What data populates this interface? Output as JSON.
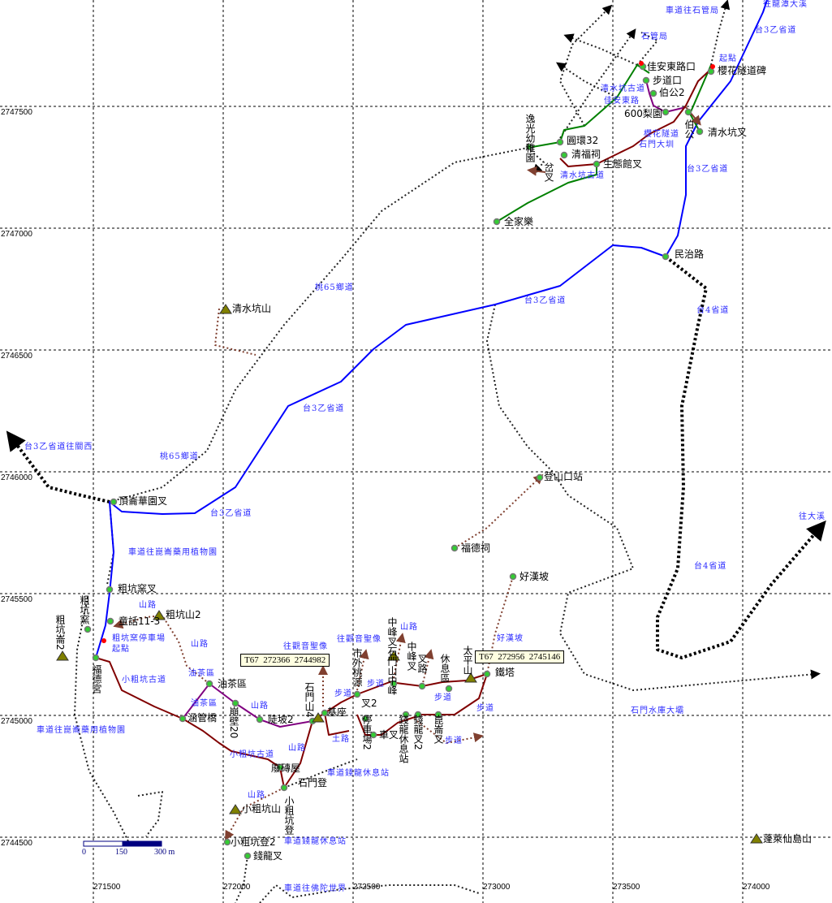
{
  "map": {
    "grid_x_labels": [
      "271500",
      "272000",
      "272500",
      "273000",
      "273500",
      "274000"
    ],
    "grid_y_labels": [
      "2747500",
      "2747000",
      "2746500",
      "2746000",
      "2745500",
      "2745000",
      "2744500"
    ],
    "point_labels": [
      "佳安東路口",
      "步道口",
      "伯公2",
      "600梨園",
      "伯公",
      "清水坑叉",
      "櫻花隧道碑",
      "逸光幼稚園",
      "圓環32",
      "清福祠",
      "生態館叉",
      "岔叉",
      "全家樂",
      "民治路",
      "清水坑山",
      "登山口站",
      "福德祠",
      "好漢坡",
      "頂崙華園叉",
      "粗坑窯叉",
      "粗坑窯",
      "粗坑崙2",
      "粗坑山2",
      "童話11-3",
      "油茶區",
      "涵管橋",
      "崩壁20",
      "陡坡2",
      "石門山4",
      "基座",
      "叉2",
      "市外桃源",
      "中峰叉石門山中峰",
      "中峰叉",
      "叉路",
      "休息區",
      "太平山",
      "鐵塔",
      "停車場2",
      "車叉",
      "錢龍休息站",
      "錢龍叉2",
      "崑崙叉",
      "廢磚屋",
      "石門登",
      "小粗坑山",
      "小粗坑登",
      "小粗坑登2",
      "錢龍叉",
      "蓬萊仙島山",
      "福德宮"
    ],
    "road_labels": [
      "往龍潭大溪",
      "車道往石管局",
      "台3乙省道",
      "石管局",
      "起點",
      "清水坑古道",
      "佳安東路",
      "櫻花隧道",
      "石門大圳",
      "清水坑古道",
      "台3乙省道",
      "桃65鄉道",
      "台3乙省道",
      "台4省道",
      "台3乙省道",
      "台3乙省道往關西",
      "桃65鄉道",
      "台3乙省道",
      "往大溪",
      "車道往崑崙藥用植物園",
      "台4省道",
      "山路",
      "粗坑窯停車場",
      "起點",
      "山路",
      "往觀音聖像",
      "往觀音聖像",
      "山路",
      "好漢坡",
      "小粗坑古道",
      "油茶區",
      "油茶區",
      "山路",
      "步道",
      "步道",
      "步道",
      "步道",
      "步道",
      "石門水庫大壩",
      "車道往崑崙藥用植物園",
      "土路",
      "山路",
      "小粗坑古道",
      "車道錢龍休息站",
      "山路",
      "車道錢龍休息站",
      "車道往佛陀世界"
    ],
    "tooltips": [
      "T67  272366  2744982",
      "T67  272956  2745146"
    ],
    "scale": {
      "zero": "0",
      "mid": "150",
      "end": "300 m"
    },
    "colors": {
      "highway": "#0000ff",
      "trail": "#800000",
      "trail2": "#800080",
      "green_trail": "#008000",
      "road_label": "#2b2bff"
    }
  }
}
